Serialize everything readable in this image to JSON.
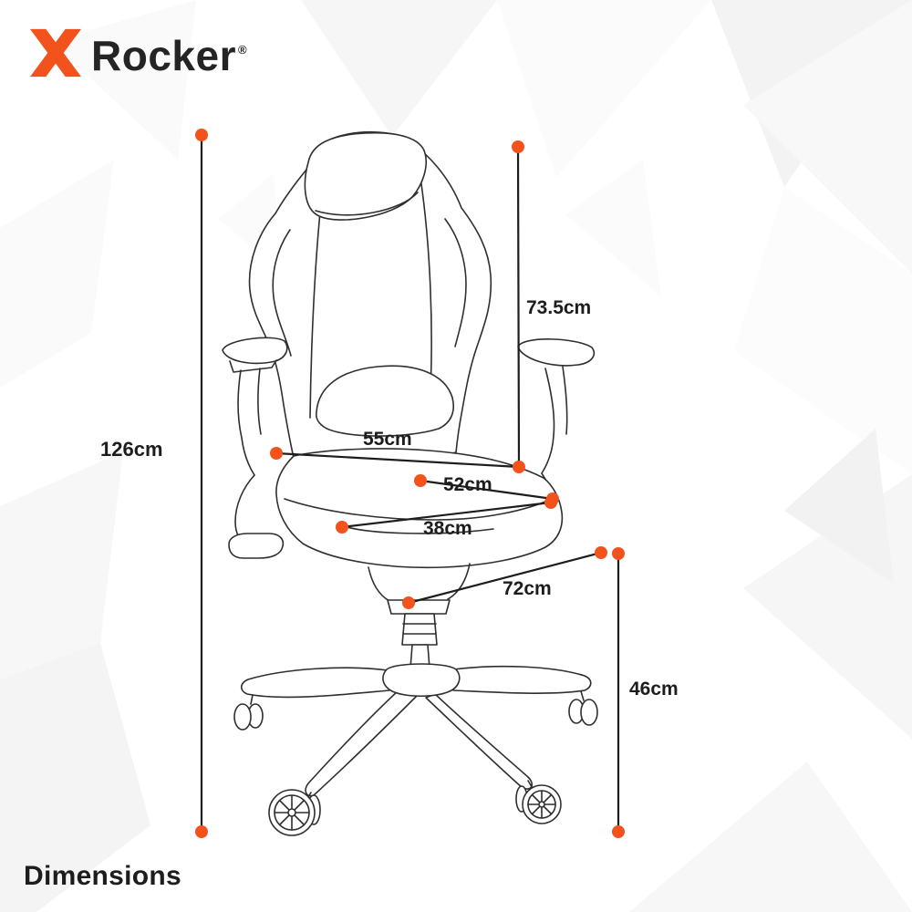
{
  "brand": {
    "name": "Rocker",
    "registered": "®"
  },
  "title": "Dimensions",
  "colors": {
    "accent": "#F2521B",
    "ink": "#1D1D1B"
  },
  "dimension_labels": [
    {
      "id": "overall-height",
      "value": "126cm"
    },
    {
      "id": "backrest-height",
      "value": "73.5cm"
    },
    {
      "id": "seat-width",
      "value": "55cm"
    },
    {
      "id": "seat-depth",
      "value": "52cm"
    },
    {
      "id": "seat-base-width",
      "value": "38cm"
    },
    {
      "id": "base-width",
      "value": "72cm"
    },
    {
      "id": "seat-height",
      "value": "46cm"
    }
  ]
}
